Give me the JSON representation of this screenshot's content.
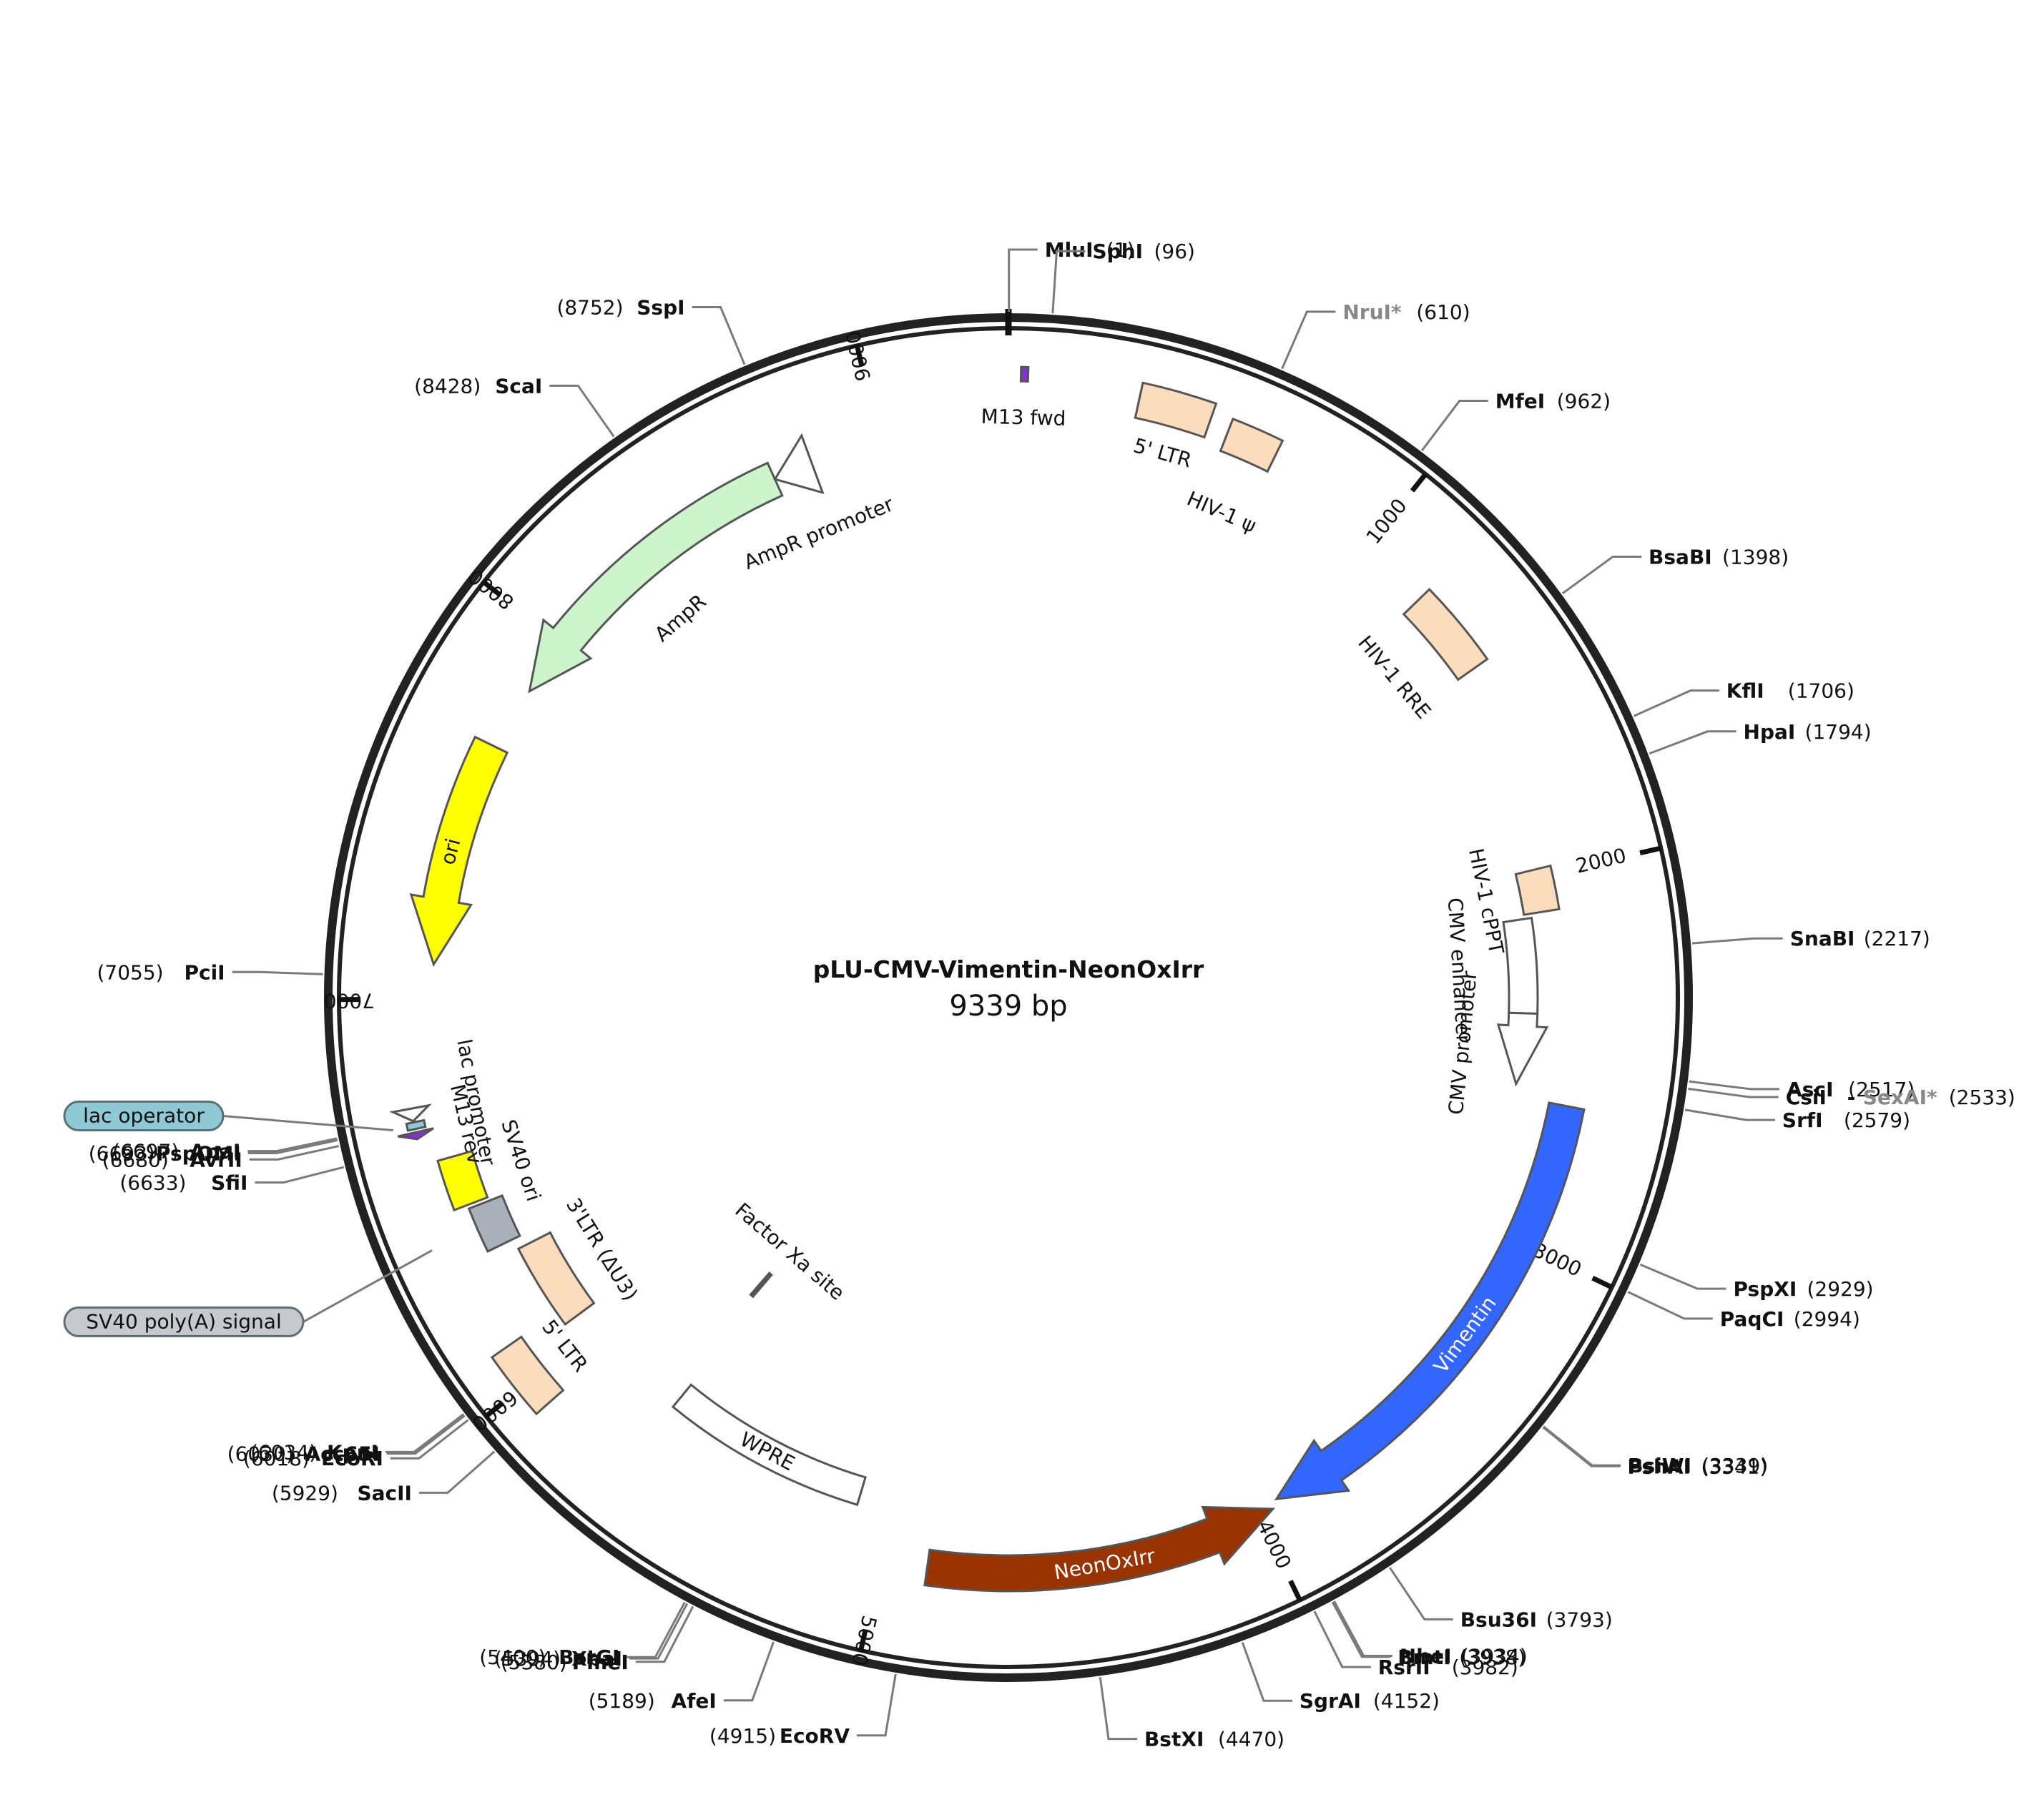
{
  "plasmid": {
    "name": "pLU-CMV-Vimentin-NeonOxIrr",
    "size_label": "9339 bp",
    "length": 9339
  },
  "ticks": [
    "1000",
    "2000",
    "3000",
    "4000",
    "5000",
    "6000",
    "7000",
    "8000",
    "9000"
  ],
  "features": [
    {
      "name": "M13 fwd",
      "start": 30,
      "end": 47,
      "color": "#8a2be2"
    },
    {
      "name": "5' LTR",
      "start": 320,
      "end": 500,
      "color": "#fbdcbc"
    },
    {
      "name": "HIV-1 ψ",
      "start": 550,
      "end": 680,
      "color": "#fbdcbc"
    },
    {
      "name": "HIV-1 RRE",
      "start": 1190,
      "end": 1420,
      "color": "#fbdcbc"
    },
    {
      "name": "HIV-1 cPPT",
      "start": 1980,
      "end": 2098,
      "color": "#fbdcbc"
    },
    {
      "name": "CMV enhancer",
      "start": 2110,
      "end": 2380,
      "color": "#ffffff"
    },
    {
      "name": "CMV promoter",
      "start": 2380,
      "end": 2585,
      "color": "#ffffff"
    },
    {
      "name": "Vimentin",
      "start": 2620,
      "end": 3940,
      "color": "#3366ff"
    },
    {
      "name": "NeonOxIrr",
      "start": 3960,
      "end": 4880,
      "color": "#993300"
    },
    {
      "name": "WPRE",
      "start": 5100,
      "end": 5690,
      "color": "#ffffff"
    },
    {
      "name": "5' LTR",
      "start": 5930,
      "end": 6100,
      "color": "#fbdcbc"
    },
    {
      "name": "Factor Xa site",
      "start": 5720,
      "end": 5732,
      "color": "#555555"
    },
    {
      "name": "3'LTR (ΔU3)",
      "start": 6060,
      "end": 6300,
      "color": "#fbdcbc"
    },
    {
      "name": "SV40 poly(A) signal",
      "start": 6330,
      "end": 6450,
      "color": "#a9b0ba"
    },
    {
      "name": "SV40 ori",
      "start": 6460,
      "end": 6590,
      "color": "#ffff00"
    },
    {
      "name": "M13 rev",
      "start": 6655,
      "end": 6672,
      "color": "#8a2be2"
    },
    {
      "name": "lac operator",
      "start": 6680,
      "end": 6697,
      "color": "#8fc9d6"
    },
    {
      "name": "lac promoter",
      "start": 6700,
      "end": 6731,
      "color": "#ffffff"
    },
    {
      "name": "ori",
      "start": 7090,
      "end": 7680,
      "color": "#ffff00"
    },
    {
      "name": "AmpR",
      "start": 7850,
      "end": 8710,
      "color": "#ccf5cc"
    },
    {
      "name": "AmpR promoter",
      "start": 8710,
      "end": 8815,
      "color": "#ffffff"
    }
  ],
  "enzymes": [
    {
      "pos": "(1)",
      "name": "MluI"
    },
    {
      "pos": "(96)",
      "name": "SphI"
    },
    {
      "pos": "(610)",
      "name": "NruI*"
    },
    {
      "pos": "(962)",
      "name": "MfeI"
    },
    {
      "pos": "(1398)",
      "name": "BsaBI"
    },
    {
      "pos": "(1706)",
      "name": "KflI"
    },
    {
      "pos": "(1794)",
      "name": "HpaI"
    },
    {
      "pos": "(2217)",
      "name": "SnaBI"
    },
    {
      "pos": "(2517)",
      "name": "AscI"
    },
    {
      "pos": "(2533)",
      "name": "CsiI",
      "name2": "SexAI*"
    },
    {
      "pos": "(2579)",
      "name": "SrfI"
    },
    {
      "pos": "(2929)",
      "name": "PspXI"
    },
    {
      "pos": "(2994)",
      "name": "PaqCI"
    },
    {
      "pos": "(3339)",
      "name": "BsiWI"
    },
    {
      "pos": "(3341)",
      "name": "PshAI"
    },
    {
      "pos": "(3793)",
      "name": "Bsu36I"
    },
    {
      "pos": "(3934)",
      "name": "NheI"
    },
    {
      "pos": "(3938)",
      "name": "BmtI"
    },
    {
      "pos": "(3982)",
      "name": "RsrII"
    },
    {
      "pos": "(4152)",
      "name": "SgrAI"
    },
    {
      "pos": "(4470)",
      "name": "BstXI"
    },
    {
      "pos": "(4915)",
      "name": "EcoRV"
    },
    {
      "pos": "(5189)",
      "name": "AfeI"
    },
    {
      "pos": "(5380)",
      "name": "PmeI"
    },
    {
      "pos": "(5394)",
      "name": "XbaI"
    },
    {
      "pos": "(5400)",
      "name": "BsrGI"
    },
    {
      "pos": "(5929)",
      "name": "SacII"
    },
    {
      "pos": "(6018)",
      "name": "EcoRI"
    },
    {
      "pos": "(6030)",
      "name": "Acc65I"
    },
    {
      "pos": "(6034)",
      "name": "KpnI"
    },
    {
      "pos": "(6633)",
      "name": "SfiI"
    },
    {
      "pos": "(6680)",
      "name": "AvrII"
    },
    {
      "pos": "(6693)",
      "name": "PspOMI"
    },
    {
      "pos": "(6697)",
      "name": "ApaI"
    },
    {
      "pos": "(7055)",
      "name": "PciI"
    },
    {
      "pos": "(8428)",
      "name": "ScaI"
    },
    {
      "pos": "(8752)",
      "name": "SspI"
    }
  ],
  "badges": [
    {
      "text": "lac operator",
      "color": "#8fc9d6"
    },
    {
      "text": "SV40 poly(A) signal",
      "color": "#c6c9ce"
    }
  ],
  "colors": {
    "backbone": "#222222",
    "leader": "#7a7a7a",
    "grey_enzyme": "#888888"
  }
}
